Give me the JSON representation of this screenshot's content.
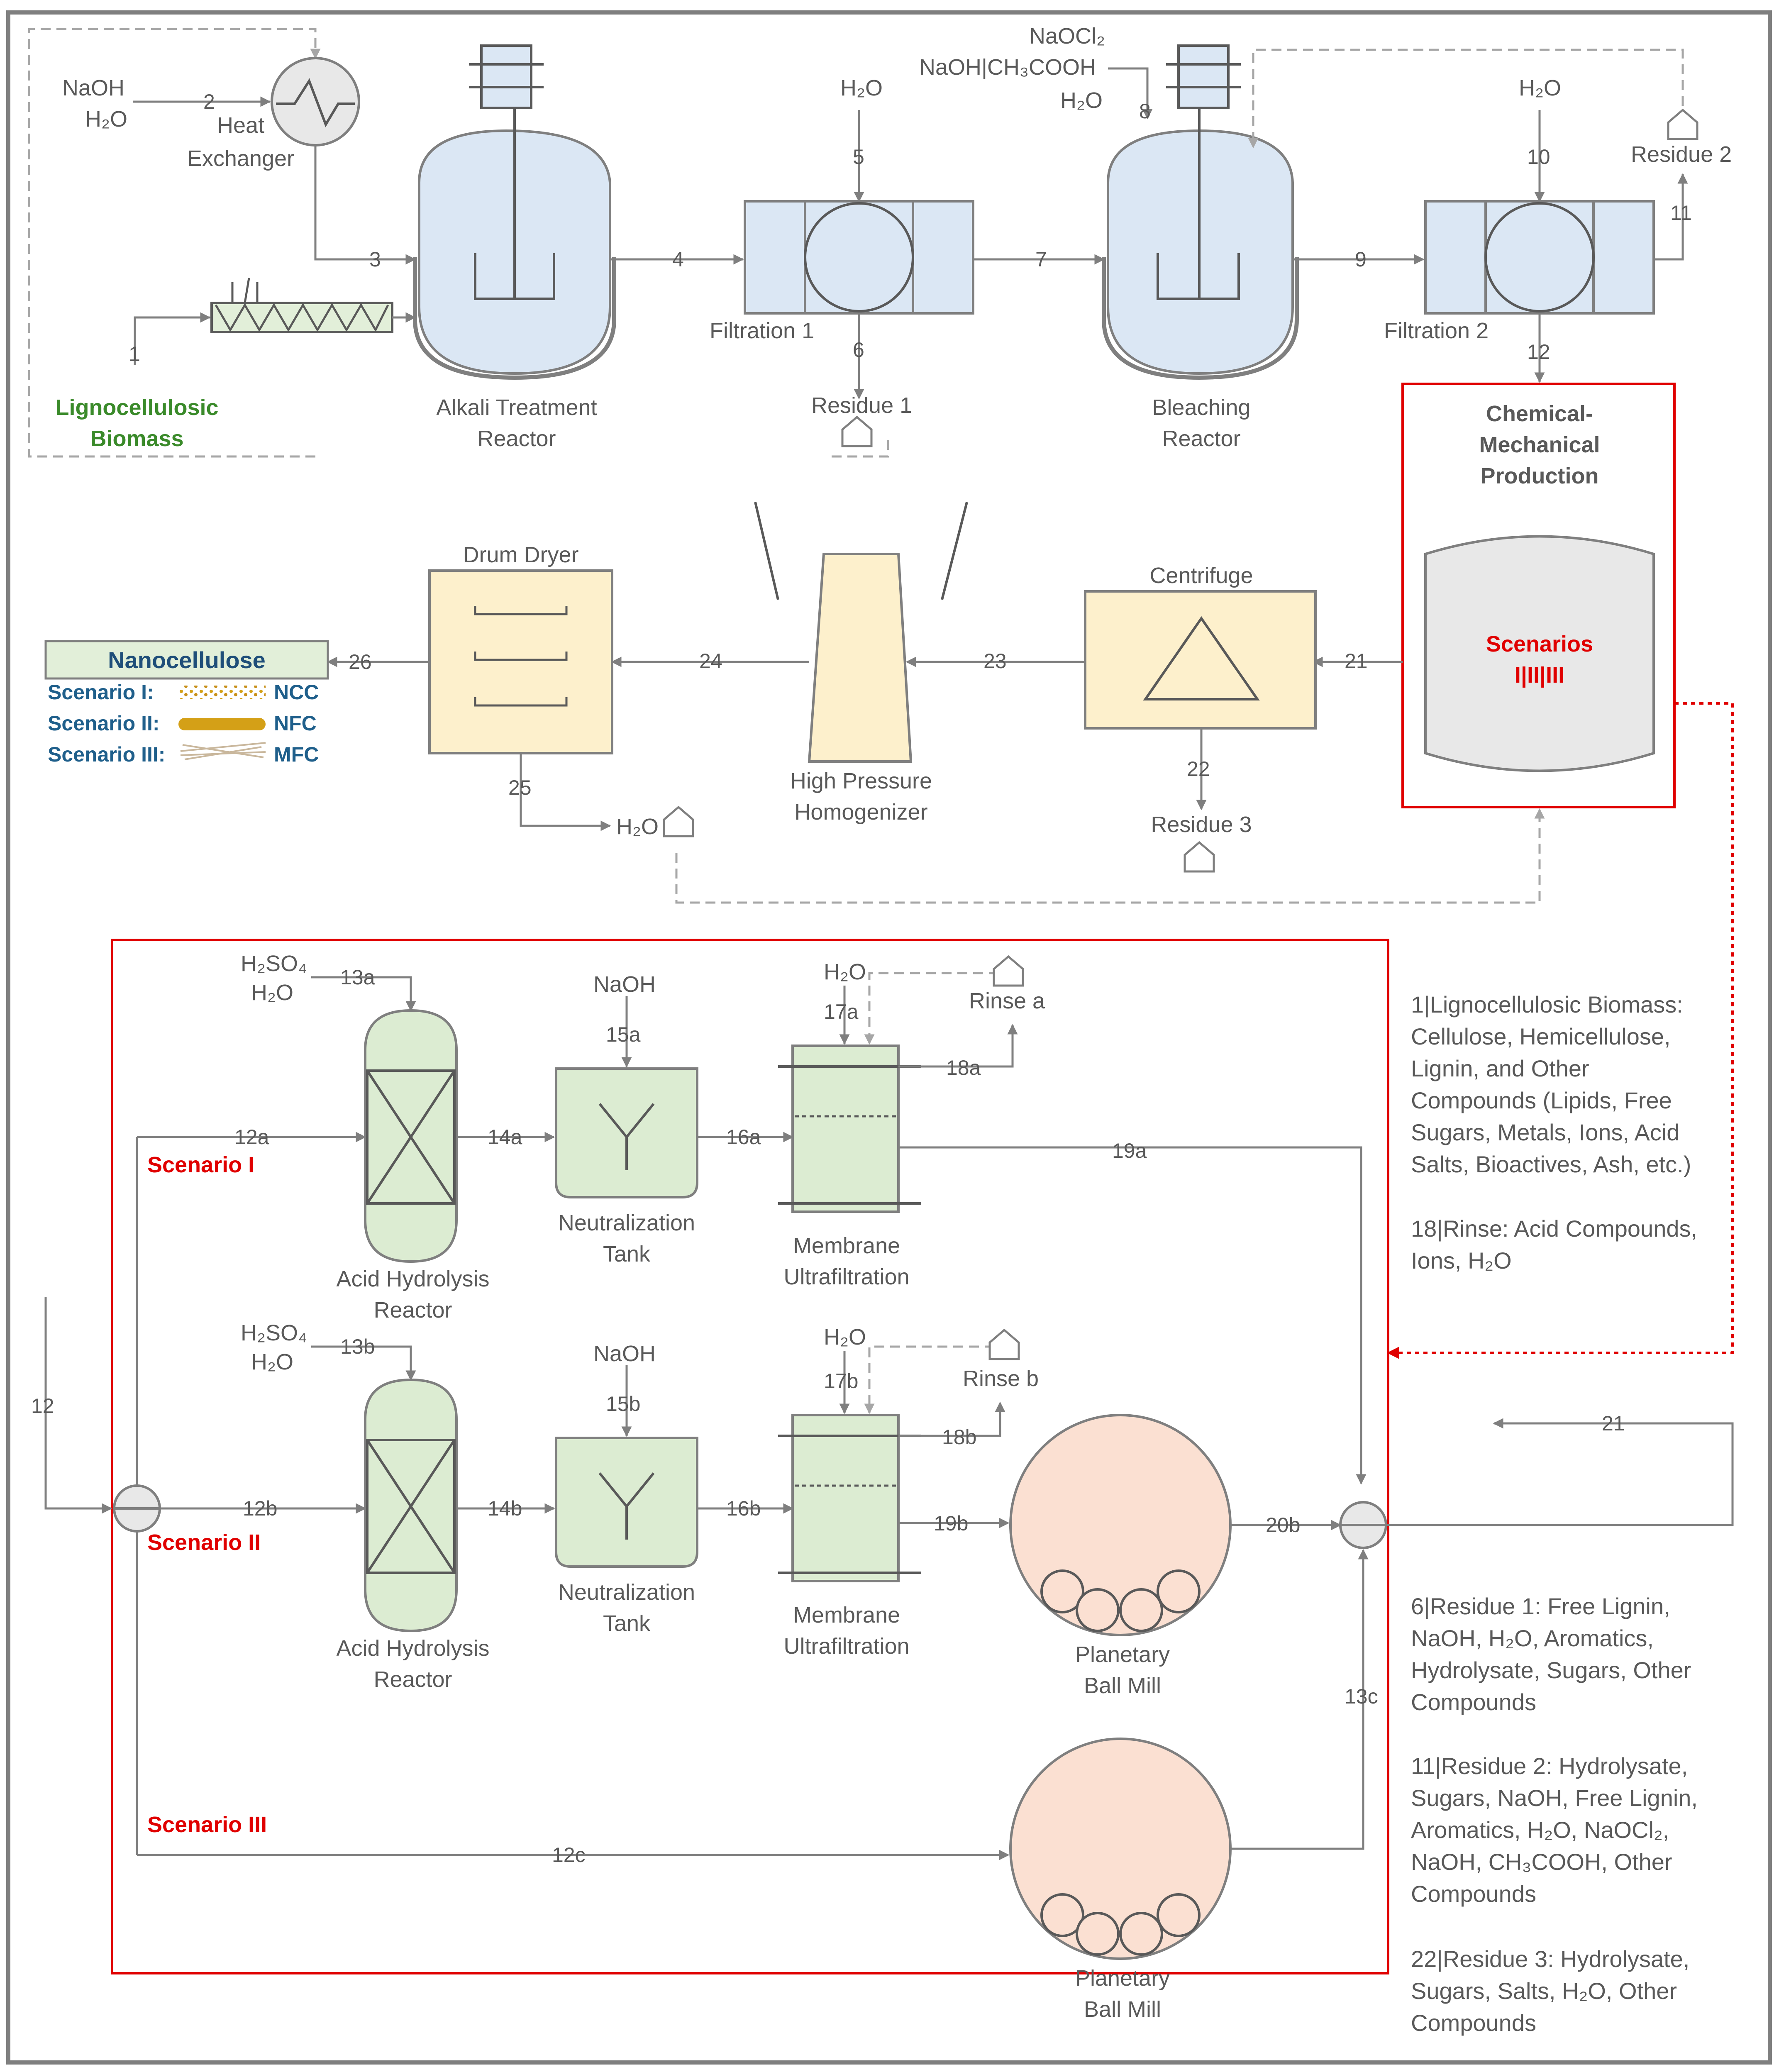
{
  "equipment": {
    "alkali_reactor": [
      "Alkali Treatment",
      "Reactor"
    ],
    "heat_exchanger": [
      "Heat",
      "Exchanger"
    ],
    "filtration1": "Filtration 1",
    "filtration2": "Filtration 2",
    "bleaching_reactor": [
      "Bleaching",
      "Reactor"
    ],
    "chem_mech": [
      "Chemical-",
      "Mechanical",
      "Production"
    ],
    "scenarios_box": [
      "Scenarios",
      "I|II|III"
    ],
    "centrifuge": "Centrifuge",
    "homogenizer": [
      "High Pressure",
      "Homogenizer"
    ],
    "drum_dryer": "Drum Dryer",
    "acid_hydrolysis": [
      "Acid Hydrolysis",
      "Reactor"
    ],
    "neutralization": [
      "Neutralization",
      "Tank"
    ],
    "membrane": [
      "Membrane",
      "Ultrafiltration"
    ],
    "ball_mill": [
      "Planetary",
      "Ball Mill"
    ]
  },
  "inputs": {
    "feed": [
      "Lignocellulosic",
      "Biomass"
    ],
    "naoh": "NaOH",
    "h2o": "H₂O",
    "bleach": [
      "NaOCl₂",
      "NaOH|CH₃COOH",
      "H₂O"
    ],
    "acid": [
      "H₂SO₄",
      "H₂O"
    ]
  },
  "residues": {
    "r1": "Residue 1",
    "r2": "Residue 2",
    "r3": "Residue 3",
    "rinse_a": "Rinse a",
    "rinse_b": "Rinse b",
    "h2o_out": "H₂O"
  },
  "streams": {
    "s1": "1",
    "s2": "2",
    "s3": "3",
    "s4": "4",
    "s5": "5",
    "s6": "6",
    "s7": "7",
    "s8": "8",
    "s9": "9",
    "s10": "10",
    "s11": "11",
    "s12": "12",
    "s12_main": "12",
    "s21": "21",
    "s21b": "21",
    "s22": "22",
    "s23": "23",
    "s24": "24",
    "s25": "25",
    "s26": "26",
    "s12a": "12a",
    "s13a": "13a",
    "s14a": "14a",
    "s15a": "15a",
    "s16a": "16a",
    "s17a": "17a",
    "s18a": "18a",
    "s19a": "19a",
    "s12b": "12b",
    "s13b": "13b",
    "s14b": "14b",
    "s15b": "15b",
    "s16b": "16b",
    "s17b": "17b",
    "s18b": "18b",
    "s19b": "19b",
    "s20b": "20b",
    "s12c": "12c",
    "s13c": "13c"
  },
  "scenarios": {
    "sI": "Scenario I",
    "sII": "Scenario II",
    "sIII": "Scenario III"
  },
  "product": {
    "title": "Nanocellulose",
    "rows": [
      {
        "scenario": "Scenario I:",
        "type": "NCC"
      },
      {
        "scenario": "Scenario II:",
        "type": "NFC"
      },
      {
        "scenario": "Scenario III:",
        "type": "MFC"
      }
    ]
  },
  "notes": {
    "n1": [
      "1|Lignocellulosic Biomass:",
      "Cellulose, Hemicellulose,",
      "Lignin, and Other",
      "Compounds (Lipids, Free",
      "Sugars, Metals, Ions, Acid",
      "Salts, Bioactives, Ash, etc.)"
    ],
    "n18": [
      "18|Rinse: Acid Compounds,",
      "Ions, H₂O"
    ],
    "n6": [
      "6|Residue 1: Free Lignin,",
      "NaOH, H₂O, Aromatics,",
      "Hydrolysate, Sugars, Other",
      "Compounds"
    ],
    "n11": [
      "11|Residue 2: Hydrolysate,",
      "Sugars, NaOH, Free Lignin,",
      "Aromatics, H₂O, NaOCl₂,",
      "NaOH, CH₃COOH, Other",
      "Compounds"
    ],
    "n22": [
      "22|Residue 3: Hydrolysate,",
      "Sugars, Salts, H₂O, Other",
      "Compounds"
    ]
  },
  "colors": {
    "scenario_red": "#e00000",
    "feed_green": "#3a8a2a",
    "product_blue": "#1f5f8b"
  }
}
